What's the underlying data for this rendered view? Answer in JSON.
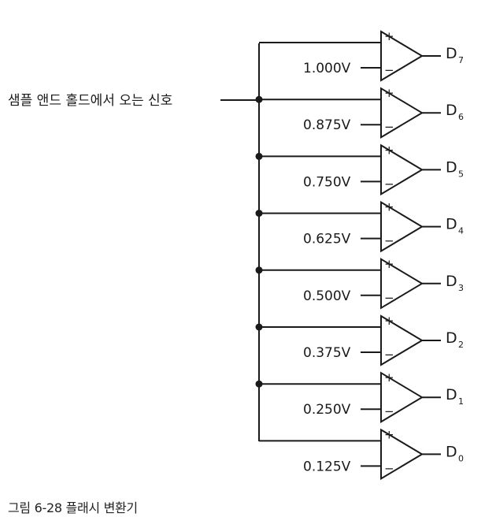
{
  "input_label": "샘플 앤드 홀드에서 오는 신호",
  "plus_symbol": "+",
  "minus_symbol": "−",
  "comparators": [
    {
      "ref": "1.000V",
      "out": "D",
      "sub": "7"
    },
    {
      "ref": "0.875V",
      "out": "D",
      "sub": "6"
    },
    {
      "ref": "0.750V",
      "out": "D",
      "sub": "5"
    },
    {
      "ref": "0.625V",
      "out": "D",
      "sub": "4"
    },
    {
      "ref": "0.500V",
      "out": "D",
      "sub": "3"
    },
    {
      "ref": "0.375V",
      "out": "D",
      "sub": "2"
    },
    {
      "ref": "0.250V",
      "out": "D",
      "sub": "1"
    },
    {
      "ref": "0.125V",
      "out": "D",
      "sub": "0"
    }
  ],
  "caption": "그림 6-28 플래시 변환기"
}
